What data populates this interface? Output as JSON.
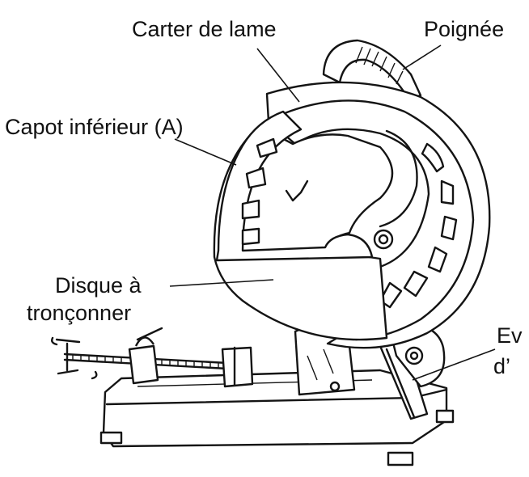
{
  "labels": {
    "blade_guard": "Carter de lame",
    "handle": "Poignée",
    "lower_guard": "Capot inférieur (A)",
    "cutting_disc_line1": "Disque à",
    "cutting_disc_line2": "tronçonner",
    "right_partial_line1": "Ev",
    "right_partial_line2": "d’"
  }
}
